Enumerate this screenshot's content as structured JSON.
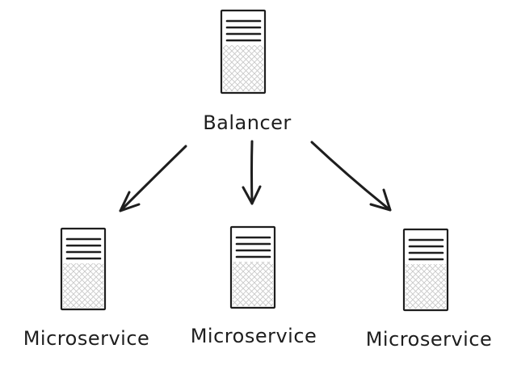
{
  "balancer": {
    "label": "Balancer",
    "icon": "server-icon"
  },
  "microservices": [
    {
      "label": "Microservice",
      "icon": "server-icon"
    },
    {
      "label": "Microservice",
      "icon": "server-icon"
    },
    {
      "label": "Microservice",
      "icon": "server-icon"
    }
  ],
  "edges": [
    {
      "from": "Balancer",
      "to": "Microservice 1"
    },
    {
      "from": "Balancer",
      "to": "Microservice 2"
    },
    {
      "from": "Balancer",
      "to": "Microservice 3"
    }
  ],
  "colors": {
    "stroke": "#1e1e1e",
    "hatch": "#c8c8c8",
    "background": "#ffffff"
  }
}
